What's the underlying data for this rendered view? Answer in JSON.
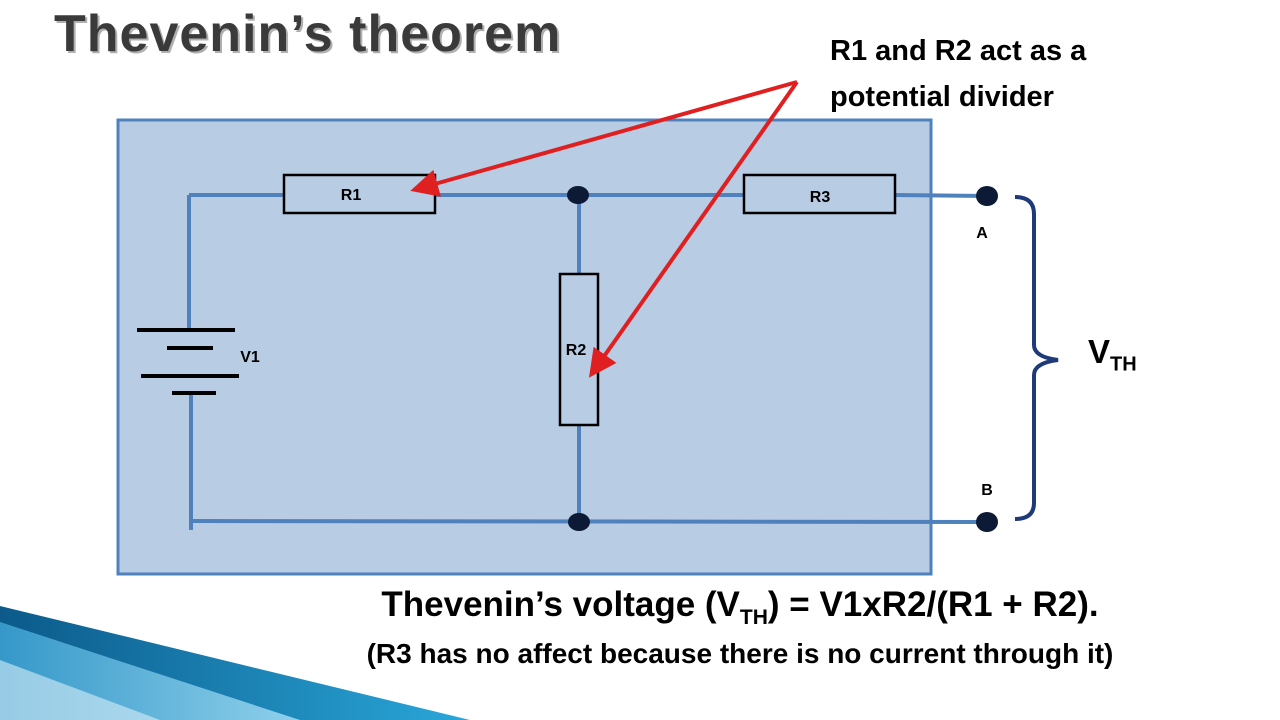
{
  "slide": {
    "title": "Thevenin’s theorem",
    "callout": {
      "line1": "R1 and R2 act as a",
      "line2": "potential divider"
    }
  },
  "circuit": {
    "components": {
      "r1": "R1",
      "r2": "R2",
      "r3": "R3",
      "v1": "V1"
    },
    "terminals": {
      "a": "A",
      "b": "B"
    },
    "vth": {
      "main": "V",
      "sub": "TH"
    }
  },
  "formula": {
    "prefix": "Thevenin’s voltage (V",
    "sub": "TH",
    "suffix": ") = V1xR2/(R1 + R2).",
    "note": "(R3 has no affect because there is no current through it)"
  },
  "colors": {
    "panel_fill": "#b8cce4",
    "wire": "#4f81bd",
    "arrow": "#e02020",
    "node": "#0d1a36",
    "brace": "#1f3a78"
  }
}
